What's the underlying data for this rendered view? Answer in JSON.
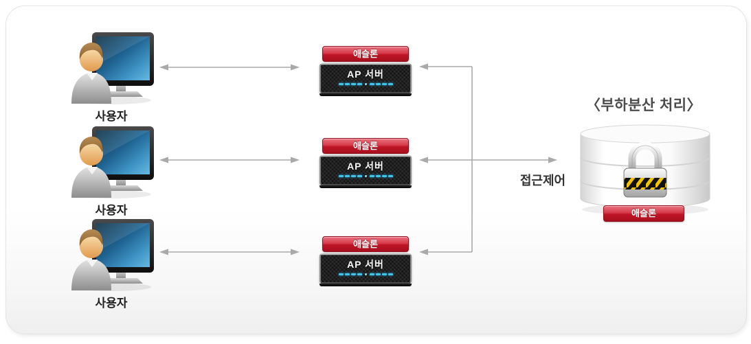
{
  "title": "〈부하분산 처리〉",
  "access_control_label": "접근제어",
  "users": [
    {
      "label": "사용자"
    },
    {
      "label": "사용자"
    },
    {
      "label": "사용자"
    }
  ],
  "servers": [
    {
      "badge": "애슬론",
      "name": "AP 서버"
    },
    {
      "badge": "애슬론",
      "name": "AP 서버"
    },
    {
      "badge": "애슬론",
      "name": "AP 서버"
    }
  ],
  "database": {
    "badge": "애슬론"
  },
  "colors": {
    "badge_red": "#bf1626",
    "badge_border": "#8f0e1c",
    "arrow_gray": "#a9a9a9",
    "server_body": "#141414",
    "led_cyan": "#3fc4ea",
    "title_text": "#4a4a4a",
    "label_text": "#1f1f1f",
    "panel_border": "#e4e4e4",
    "hazard_yellow": "#f2c500",
    "hazard_black": "#111111"
  }
}
